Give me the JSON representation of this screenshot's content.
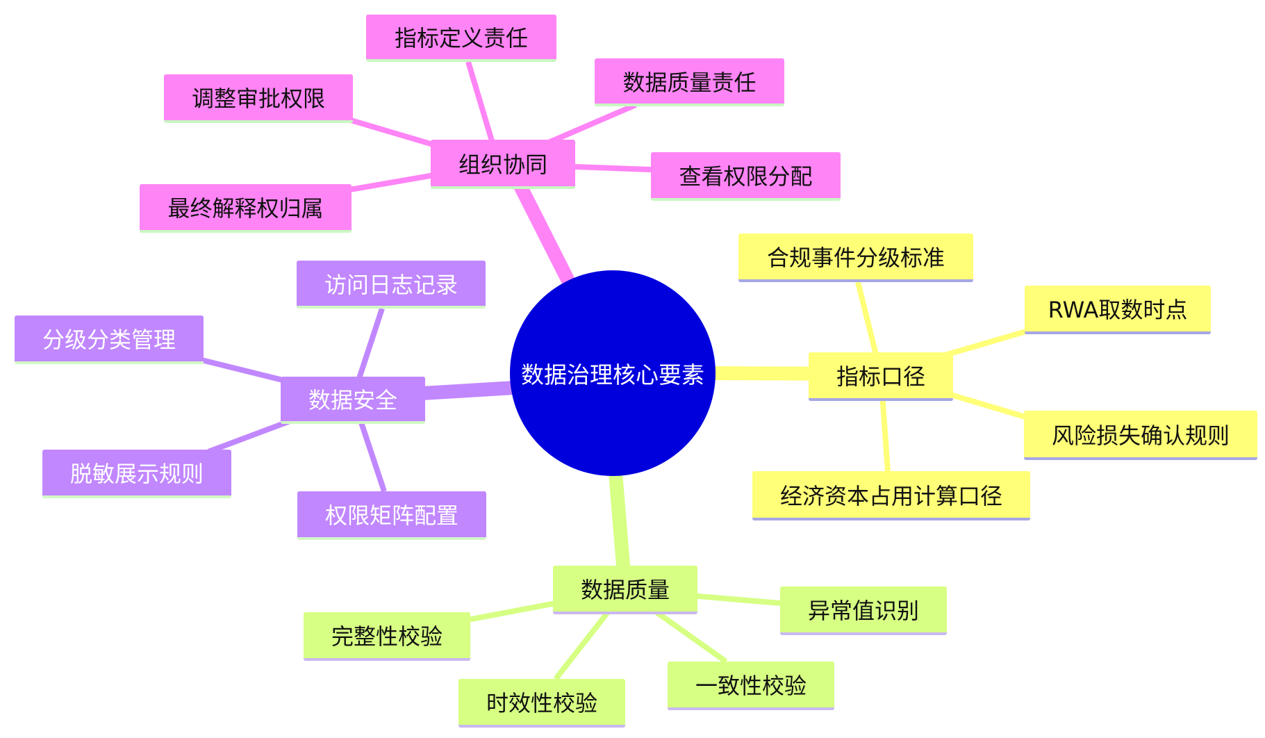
{
  "root": {
    "label": "数据治理核心要素",
    "color": "#0000dd"
  },
  "branches": {
    "org": {
      "label": "组织协同",
      "color": "#ff84f6",
      "children": [
        "指标定义责任",
        "数据质量责任",
        "调整审批权限",
        "查看权限分配",
        "最终解释权归属"
      ]
    },
    "metric": {
      "label": "指标口径",
      "color": "#ffff78",
      "children": [
        "合规事件分级标准",
        "RWA取数时点",
        "风险损失确认规则",
        "经济资本占用计算口径"
      ]
    },
    "security": {
      "label": "数据安全",
      "color": "#c187ff",
      "children": [
        "访问日志记录",
        "分级分类管理",
        "脱敏展示规则",
        "权限矩阵配置"
      ]
    },
    "quality": {
      "label": "数据质量",
      "color": "#d6ff83",
      "children": [
        "异常值识别",
        "完整性校验",
        "一致性校验",
        "时效性校验"
      ]
    }
  }
}
